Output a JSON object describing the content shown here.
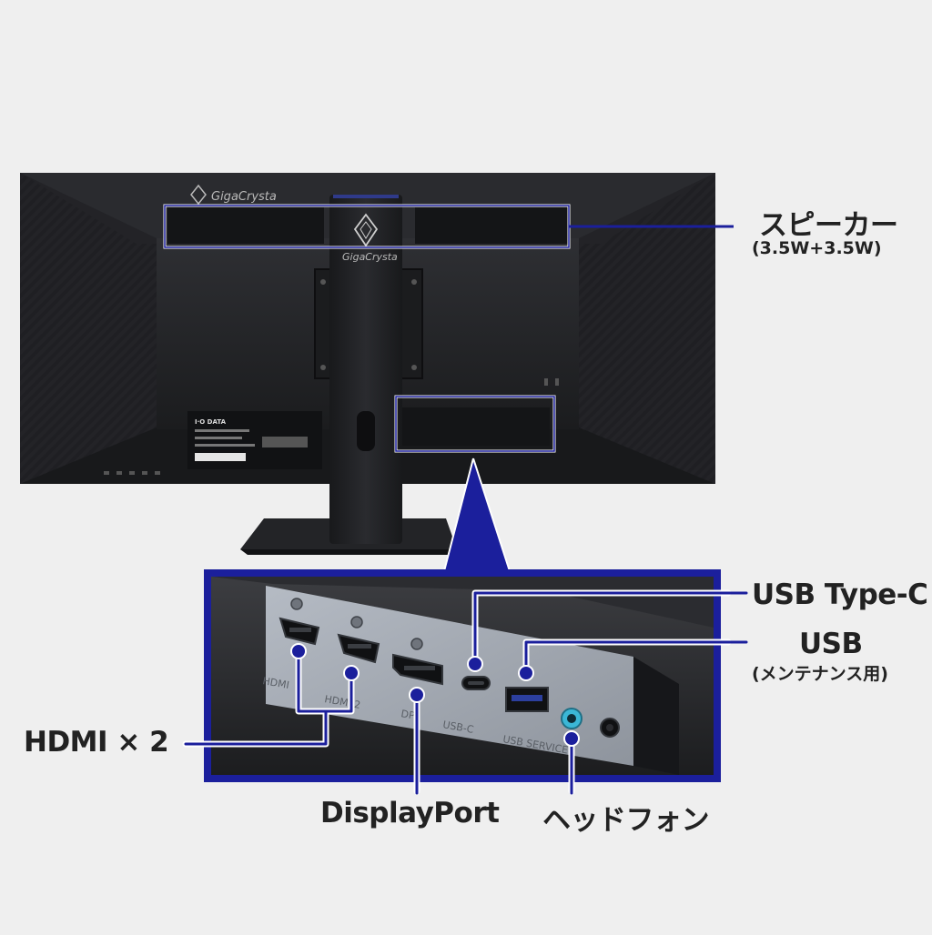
{
  "brand": {
    "logo_text": "GigaCrysta",
    "stand_logo_text": "GigaCrysta",
    "maker_text": "I·O DATA"
  },
  "callouts": {
    "speaker": {
      "title": "スピーカー",
      "detail": "(3.5W+3.5W)"
    },
    "usb_type_c": {
      "title": "USB Type-C"
    },
    "usb": {
      "title": "USB",
      "detail": "(メンテナンス用)"
    },
    "hdmi": {
      "title": "HDMI × 2"
    },
    "displayport": {
      "title": "DisplayPort"
    },
    "headphone": {
      "title": "ヘッドフォン"
    }
  },
  "port_panel_labels": {
    "hdmi1": "HDMI",
    "hdmi2": "HDMI 2",
    "dp": "DP",
    "usbc": "USB-C",
    "usb": "USB SERVICE"
  },
  "colors": {
    "callout_blue": "#1b1f9c",
    "background": "#efefef",
    "monitor_body": "#1e1f21",
    "port_panel": "#a7adb6"
  }
}
